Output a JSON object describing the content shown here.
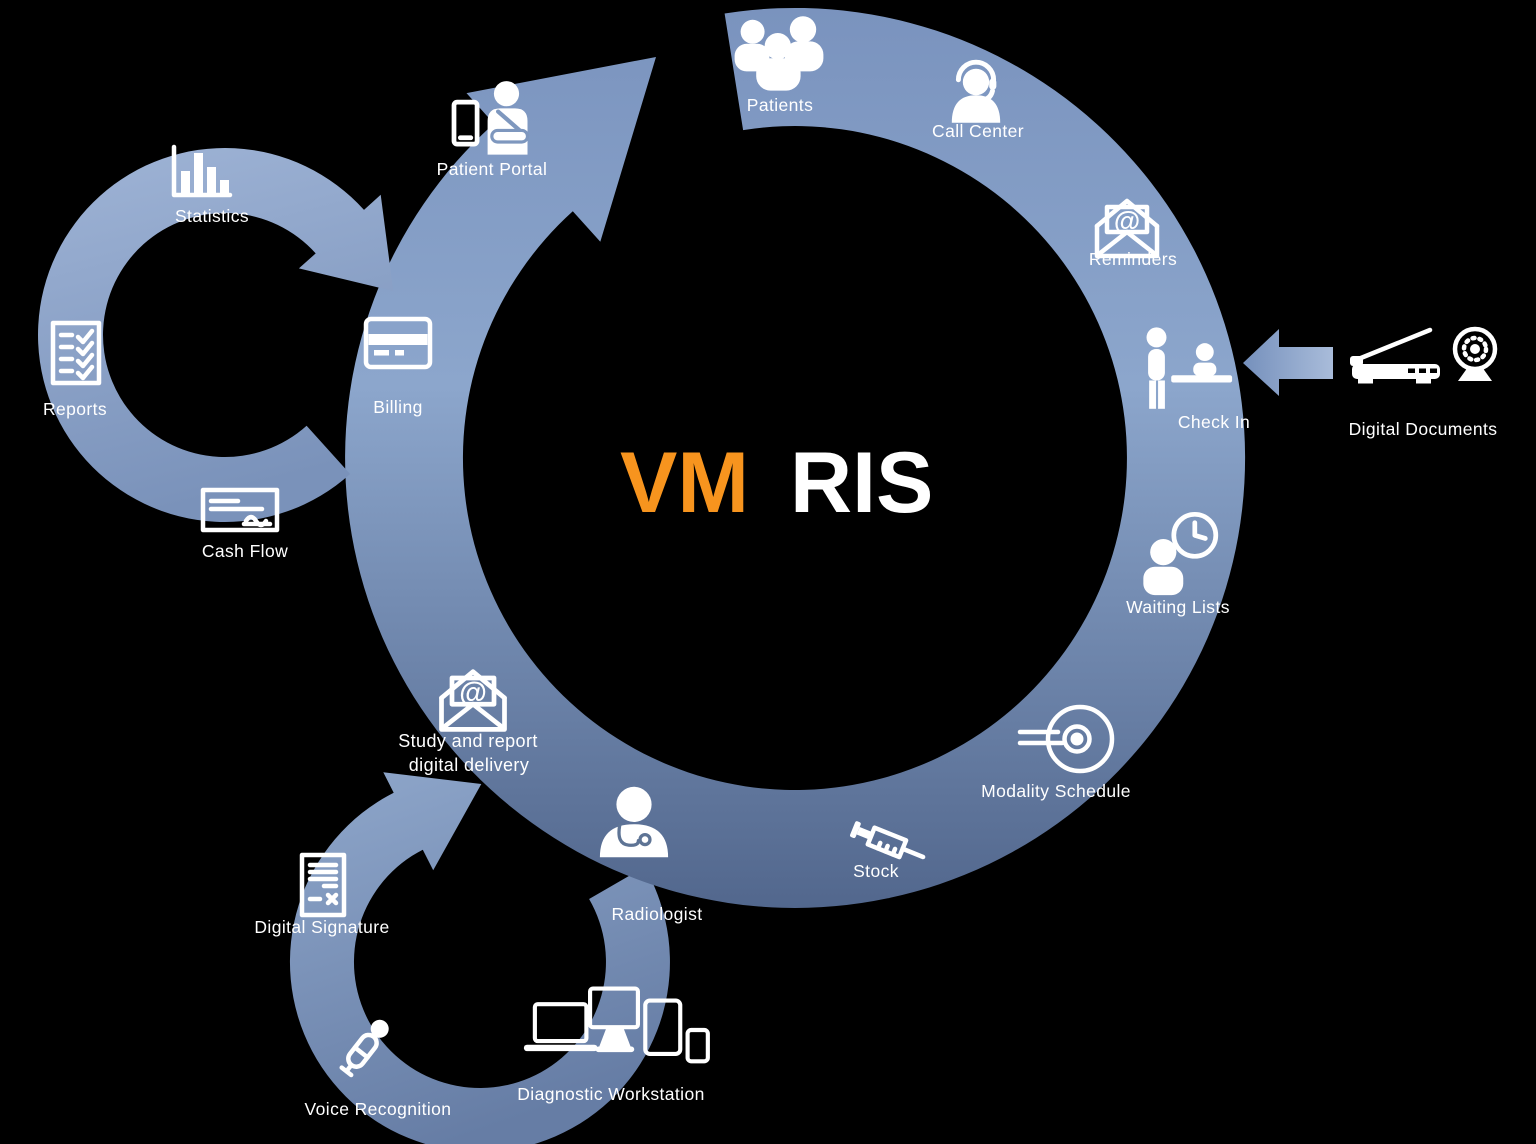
{
  "title": {
    "brand": "VM",
    "product": "RIS"
  },
  "colors": {
    "background": "#000000",
    "brand_orange": "#F7941E",
    "band_light": "#8CA6CC",
    "band_mid": "#7A93BE",
    "band_dark": "#52678D",
    "label_text": "#FFFFFF"
  },
  "glyphs": {
    "at": "@"
  },
  "main_cycle": {
    "items": [
      {
        "label": "Patients",
        "icon": "patients-group-icon"
      },
      {
        "label": "Call Center",
        "icon": "call-center-agent-icon"
      },
      {
        "label": "Reminders",
        "icon": "email-reminder-icon"
      },
      {
        "label": "Check In",
        "icon": "reception-desk-icon"
      },
      {
        "label": "Waiting Lists",
        "icon": "patient-clock-icon"
      },
      {
        "label": "Modality Schedule",
        "icon": "mri-scanner-icon"
      },
      {
        "label": "Stock",
        "icon": "syringe-icon"
      },
      {
        "label": "Radiologist",
        "icon": "doctor-icon"
      },
      {
        "label_line1": "Study and report",
        "label_line2": "digital delivery",
        "icon": "email-delivery-icon"
      },
      {
        "label": "Billing",
        "icon": "credit-card-icon"
      },
      {
        "label": "Patient Portal",
        "icon": "patient-phone-icon"
      }
    ]
  },
  "admin_cycle": {
    "items": [
      {
        "label": "Statistics",
        "icon": "bar-chart-icon"
      },
      {
        "label": "Reports",
        "icon": "checklist-icon"
      },
      {
        "label": "Cash Flow",
        "icon": "cheque-icon"
      }
    ]
  },
  "reading_cycle": {
    "items": [
      {
        "label": "Digital Signature",
        "icon": "signed-document-icon"
      },
      {
        "label": "Voice Recognition",
        "icon": "microphone-icon"
      },
      {
        "label": "Diagnostic Workstation",
        "icon": "multi-device-icon"
      }
    ]
  },
  "external_input": {
    "label": "Digital Documents",
    "icons": [
      "scanner-icon",
      "webcam-icon"
    ]
  }
}
